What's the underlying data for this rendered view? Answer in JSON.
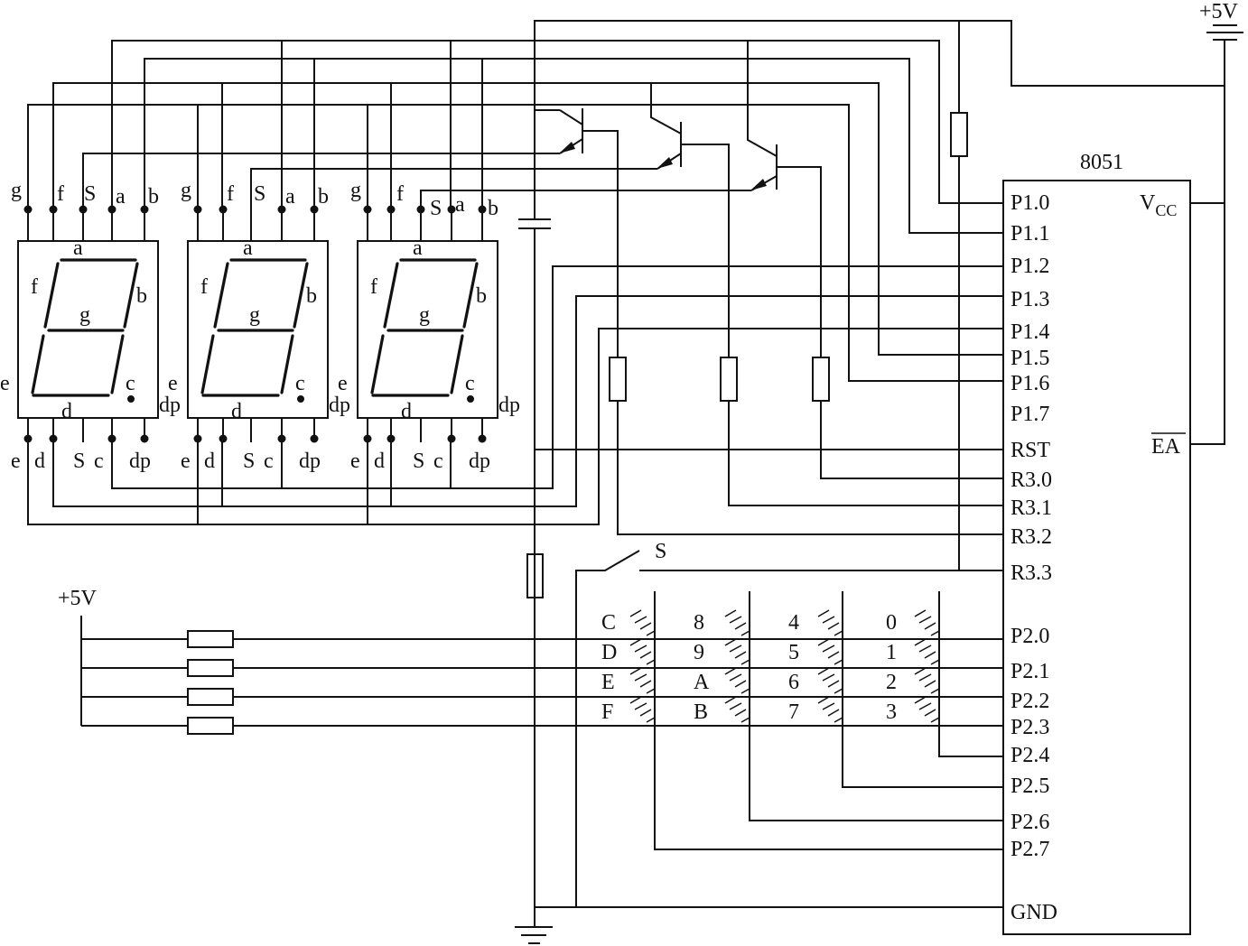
{
  "chip": {
    "name": "8051",
    "left_pins": [
      "P1.0",
      "P1.1",
      "P1.2",
      "P1.3",
      "P1.4",
      "P1.5",
      "P1.6",
      "P1.7",
      "RST",
      "R3.0",
      "R3.1",
      "R3.2",
      "R3.3",
      "P2.0",
      "P2.1",
      "P2.2",
      "P2.3",
      "P2.4",
      "P2.5",
      "P2.6",
      "P2.7",
      "GND"
    ],
    "vcc_main": "V",
    "vcc_sub": "CC",
    "ea": "EA"
  },
  "power": {
    "top": "+5V",
    "left": "+5V"
  },
  "switch_label": "S",
  "displays": [
    {
      "top_pins": [
        "g",
        "f",
        "S",
        "a",
        "b"
      ],
      "bottom_pins": [
        "e",
        "d",
        "S",
        "c",
        "dp"
      ],
      "segments": {
        "a": "a",
        "b": "b",
        "c": "c",
        "d": "d",
        "e": "e",
        "f": "f",
        "g": "g",
        "dp": "dp"
      }
    },
    {
      "top_pins": [
        "g",
        "f",
        "S",
        "a",
        "b"
      ],
      "bottom_pins": [
        "e",
        "d",
        "S",
        "c",
        "dp"
      ],
      "segments": {
        "a": "a",
        "b": "b",
        "c": "c",
        "d": "d",
        "e": "e",
        "f": "f",
        "g": "g",
        "dp": "dp"
      }
    },
    {
      "top_pins": [
        "g",
        "f",
        "S",
        "a",
        "b"
      ],
      "bottom_pins": [
        "e",
        "d",
        "S",
        "c",
        "dp"
      ],
      "segments": {
        "a": "a",
        "b": "b",
        "c": "c",
        "d": "d",
        "e": "e",
        "f": "f",
        "g": "g",
        "dp": "dp"
      }
    }
  ],
  "keypad": {
    "rows": [
      [
        "C",
        "8",
        "4",
        "0"
      ],
      [
        "D",
        "9",
        "5",
        "1"
      ],
      [
        "E",
        "A",
        "6",
        "2"
      ],
      [
        "F",
        "B",
        "7",
        "3"
      ]
    ]
  }
}
